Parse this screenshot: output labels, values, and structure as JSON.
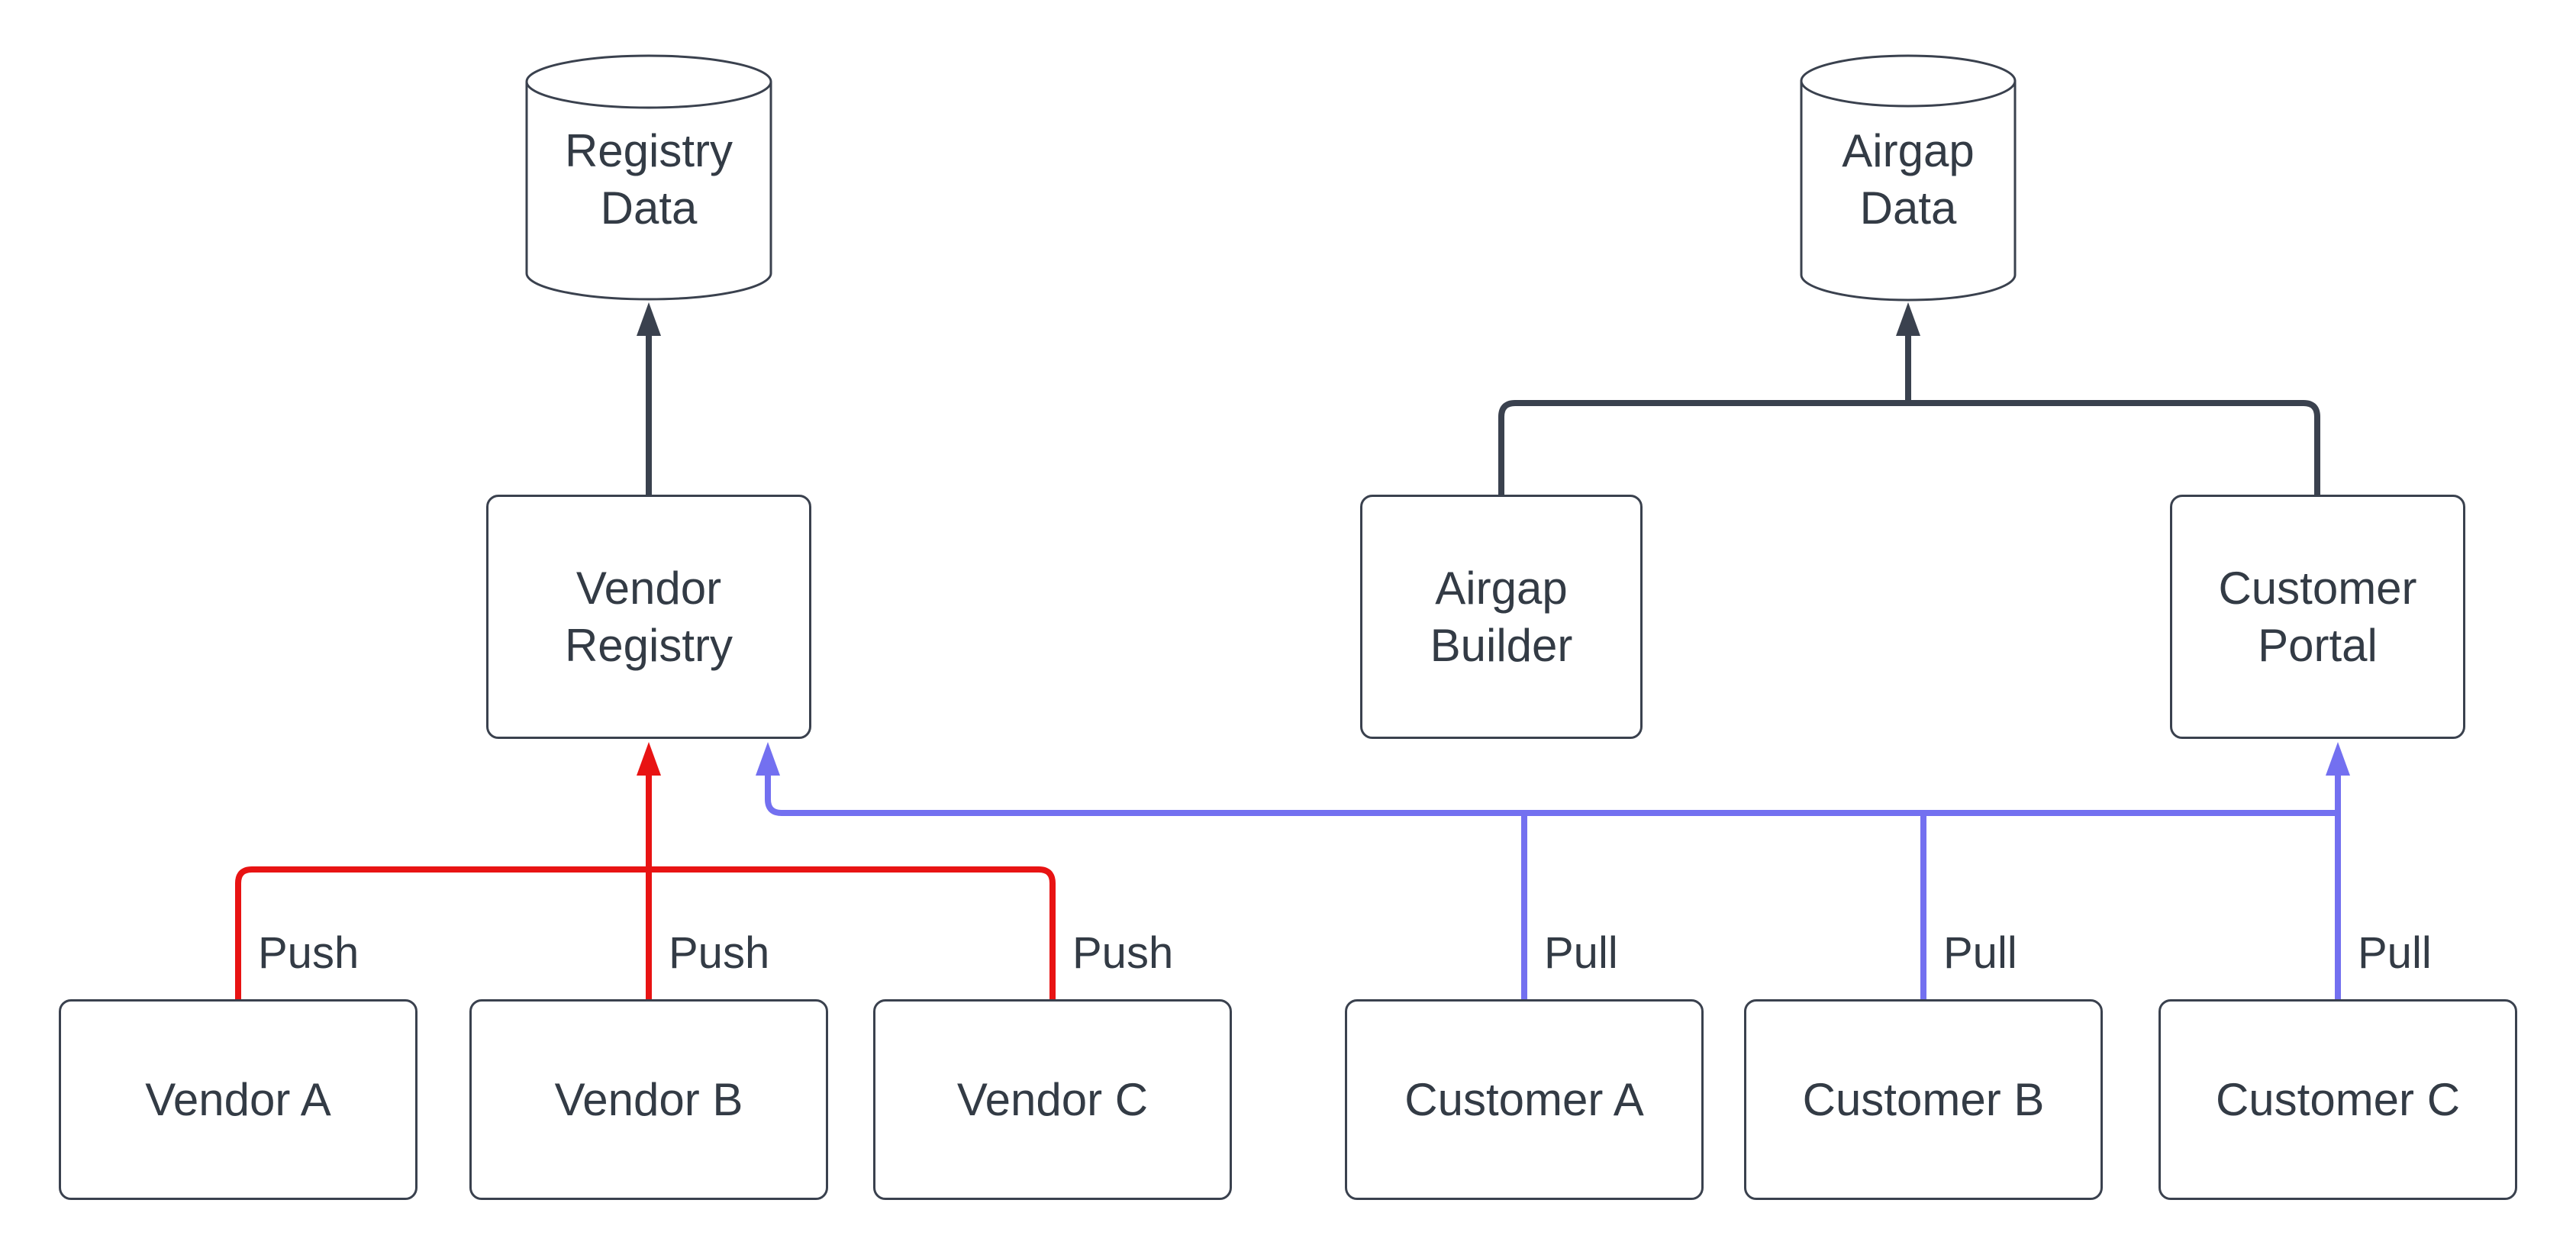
{
  "diagram": {
    "colors": {
      "node_stroke": "#3a414e",
      "text": "#333b45",
      "push_edge": "#e81313",
      "pull_edge": "#7370f0",
      "data_edge": "#3a414e",
      "background": "#ffffff"
    },
    "nodes": {
      "registry_data": {
        "label": "Registry\nData",
        "shape": "cylinder"
      },
      "airgap_data": {
        "label": "Airgap\nData",
        "shape": "cylinder"
      },
      "vendor_registry": {
        "label": "Vendor\nRegistry",
        "shape": "rounded-rect"
      },
      "airgap_builder": {
        "label": "Airgap\nBuilder",
        "shape": "rounded-rect"
      },
      "customer_portal": {
        "label": "Customer\nPortal",
        "shape": "rounded-rect"
      },
      "vendor_a": {
        "label": "Vendor A",
        "shape": "rounded-rect"
      },
      "vendor_b": {
        "label": "Vendor B",
        "shape": "rounded-rect"
      },
      "vendor_c": {
        "label": "Vendor C",
        "shape": "rounded-rect"
      },
      "customer_a": {
        "label": "Customer A",
        "shape": "rounded-rect"
      },
      "customer_b": {
        "label": "Customer B",
        "shape": "rounded-rect"
      },
      "customer_c": {
        "label": "Customer C",
        "shape": "rounded-rect"
      }
    },
    "edge_labels": {
      "push_a": "Push",
      "push_b": "Push",
      "push_c": "Push",
      "pull_a": "Pull",
      "pull_b": "Pull",
      "pull_c": "Pull"
    }
  }
}
